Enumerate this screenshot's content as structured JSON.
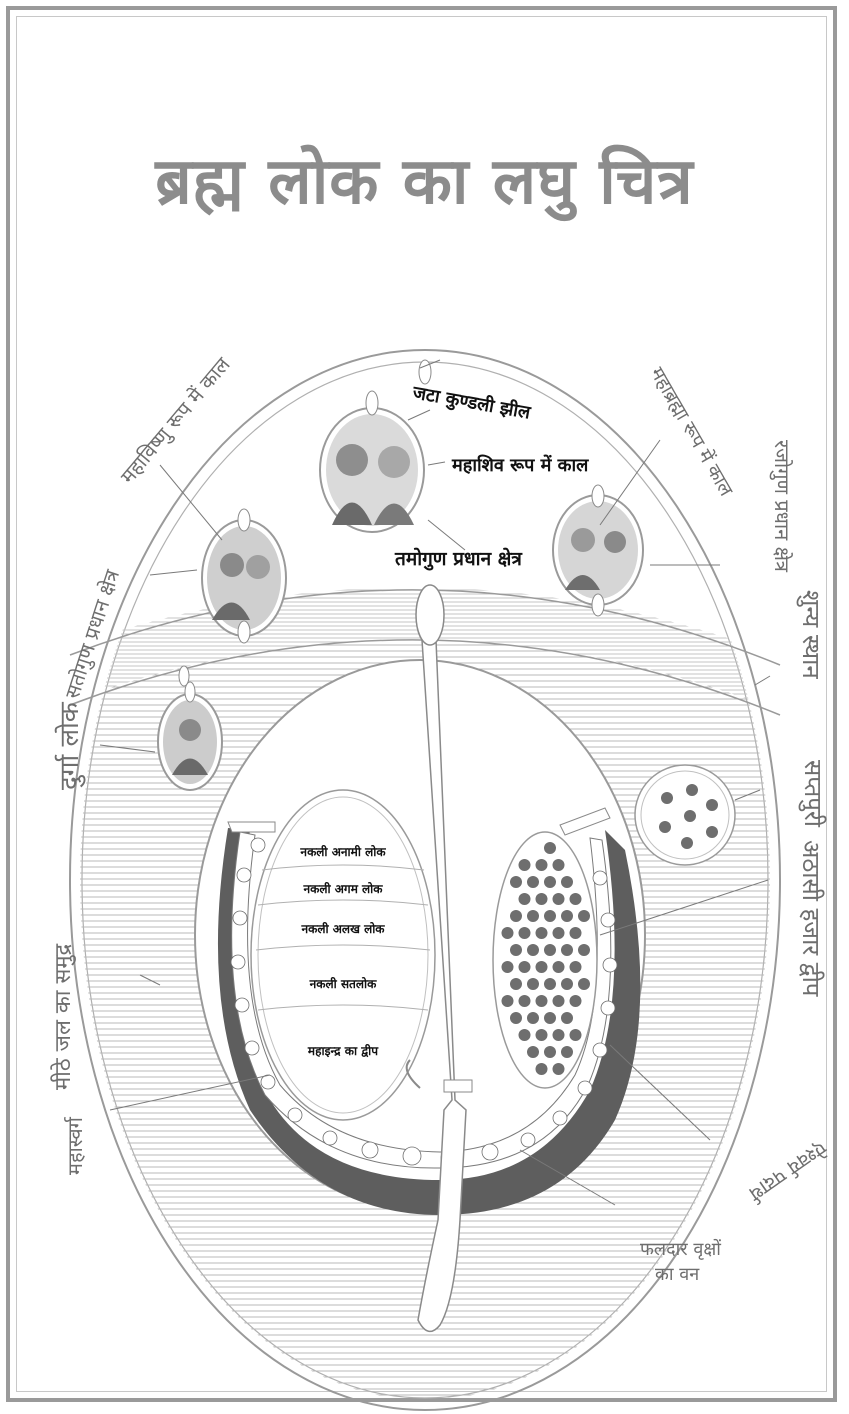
{
  "title": "ब्रह्म लोक का लघु चित्र",
  "labels": {
    "mahavishnu": "महाविष्णु रूप में काल",
    "satogun": "सतोगुण प्रधान क्षेत्र",
    "jata_kundli": "जटा कुण्डली झील",
    "mahashiv": "महाशिव रूप में काल",
    "tamogun": "तमोगुण प्रधान क्षेत्र",
    "mahabrahma": "महाब्रह्मा रूप में काल",
    "rajogun": "रजोगुण प्रधान क्षेत्र",
    "shunya": "शुन्य स्थान",
    "durga": "दुर्गा लोक",
    "saptpuri": "सप्तपुरी",
    "athasi": "अठासी हजार द्वीप",
    "meethe_jal": "मीठे जल का समुद्र",
    "mahaswarg": "महास्वर्ग",
    "aishwarya": "ऐश्वर्य पदार्थ",
    "phaldar_1": "फलदार वृक्षों",
    "phaldar_2": "का वन"
  },
  "inner_lok": [
    "नकली अनामी लोक",
    "नकली अगम लोक",
    "नकली अलख लोक",
    "नकली सतलोक",
    "महाइन्द्र का द्वीप"
  ],
  "colors": {
    "line": "#9a9a9a",
    "dark_fill": "#5e5e5e",
    "dot": "#6e6e6e"
  }
}
